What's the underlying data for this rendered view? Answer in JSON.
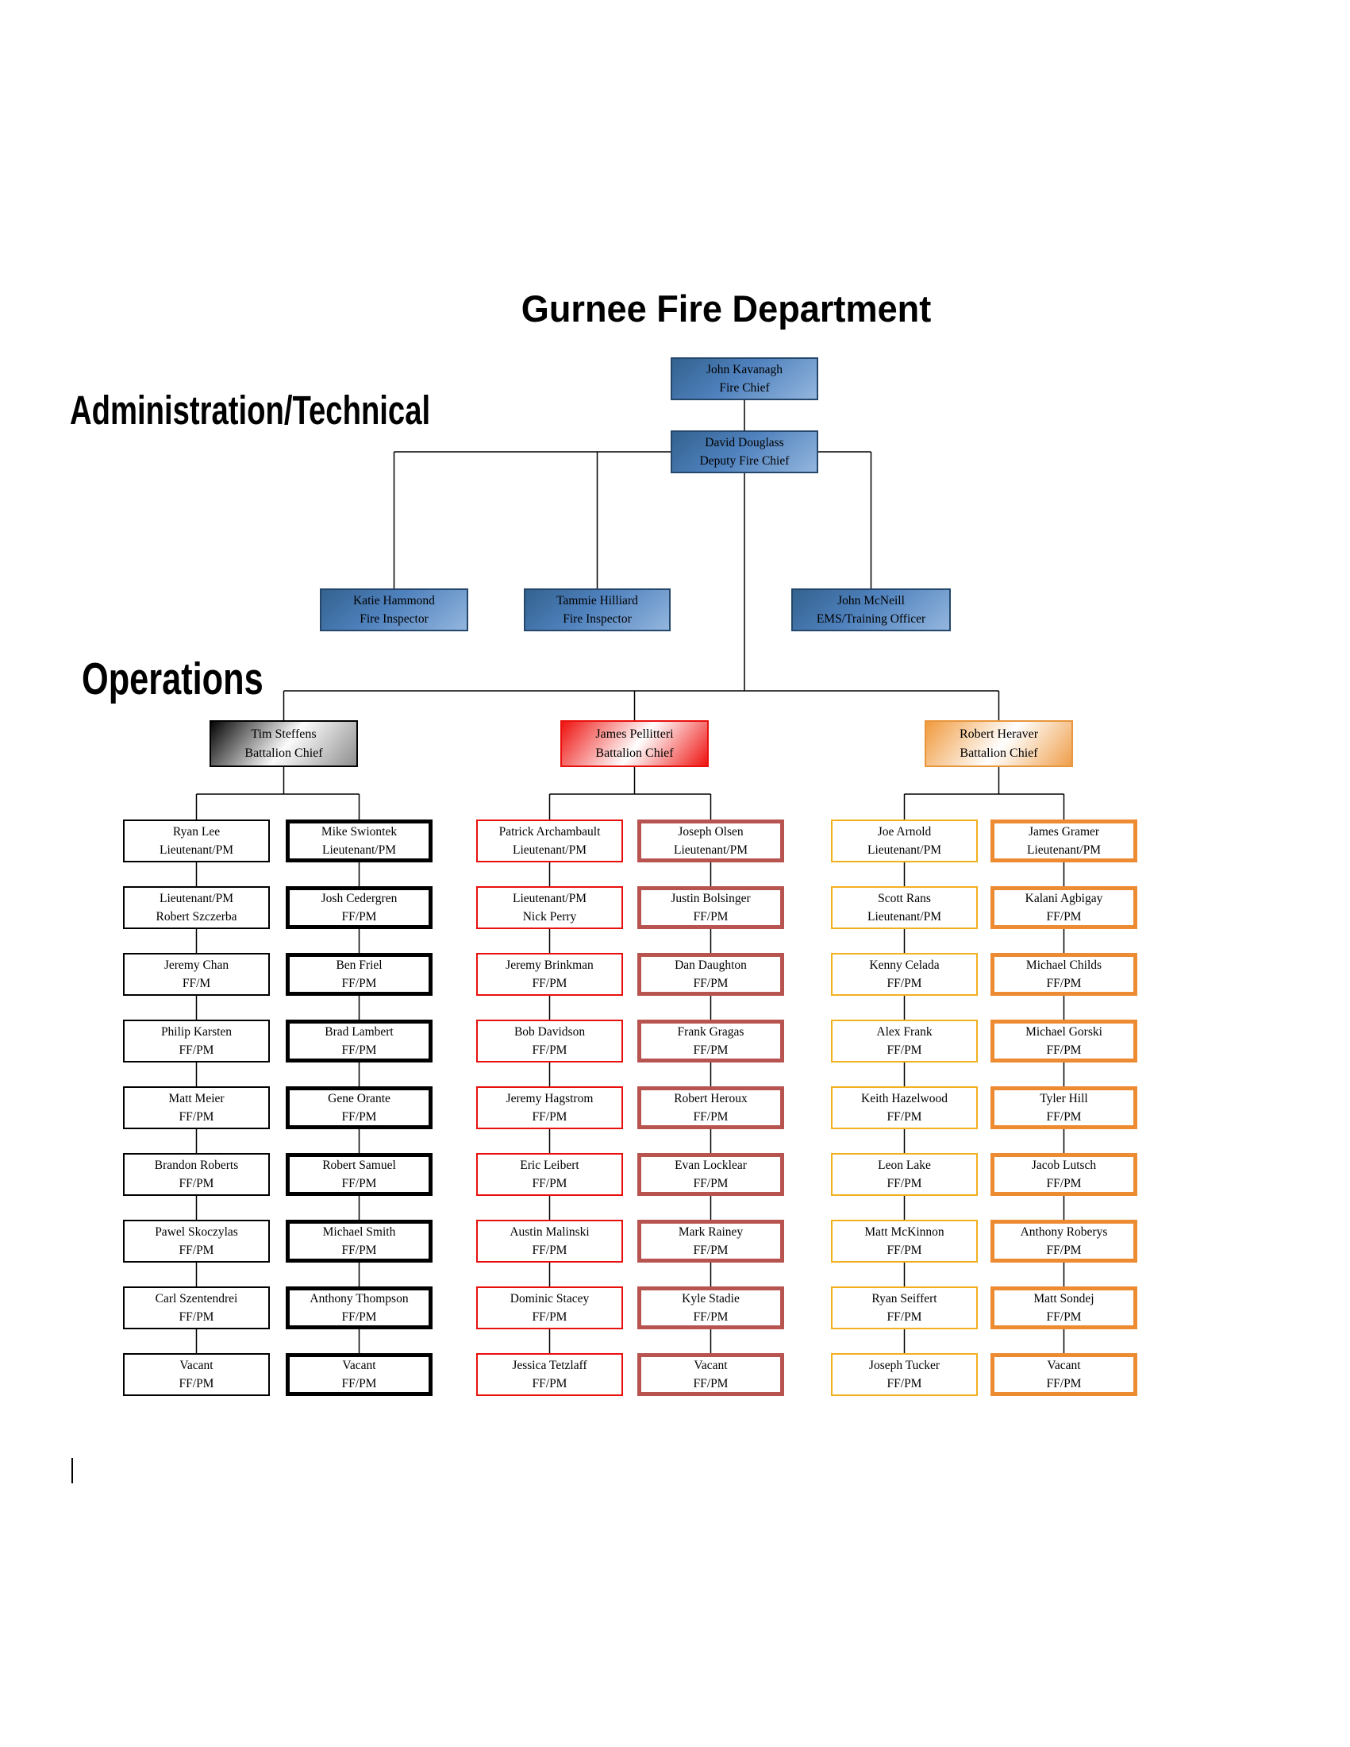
{
  "title": "Gurnee Fire Department",
  "labels": {
    "admin": "Administration/Technical",
    "operations": "Operations"
  },
  "executives": [
    {
      "line1": "John Kavanagh",
      "line2": "Fire Chief"
    },
    {
      "line1": "David Douglass",
      "line2": "Deputy Fire Chief"
    }
  ],
  "admin_officers": [
    {
      "line1": "Katie Hammond",
      "line2": "Fire Inspector"
    },
    {
      "line1": "Tammie Hilliard",
      "line2": "Fire Inspector"
    },
    {
      "line1": "John McNeill",
      "line2": "EMS/Training Officer"
    }
  ],
  "battalions": [
    {
      "chief": {
        "line1": "Tim Steffens",
        "line2": "Battalion Chief"
      },
      "theme": {
        "border": "#000000",
        "gradient": [
          "#050505",
          "#fbfbfb",
          "#8f8f8f"
        ]
      },
      "columns": [
        {
          "border_color": "#000000",
          "thickness": "thin",
          "members": [
            {
              "line1": "Ryan Lee",
              "line2": "Lieutenant/PM"
            },
            {
              "line1": "Lieutenant/PM",
              "line2": "Robert Szczerba"
            },
            {
              "line1": "Jeremy Chan",
              "line2": "FF/M"
            },
            {
              "line1": "Philip Karsten",
              "line2": "FF/PM"
            },
            {
              "line1": "Matt Meier",
              "line2": "FF/PM"
            },
            {
              "line1": "Brandon Roberts",
              "line2": "FF/PM"
            },
            {
              "line1": "Pawel Skoczylas",
              "line2": "FF/PM"
            },
            {
              "line1": "Carl Szentendrei",
              "line2": "FF/PM"
            },
            {
              "line1": "Vacant",
              "line2": "FF/PM"
            }
          ]
        },
        {
          "border_color": "#000000",
          "thickness": "thick",
          "members": [
            {
              "line1": "Mike Swiontek",
              "line2": "Lieutenant/PM"
            },
            {
              "line1": "Josh Cedergren",
              "line2": "FF/PM"
            },
            {
              "line1": "Ben Friel",
              "line2": "FF/PM"
            },
            {
              "line1": "Brad Lambert",
              "line2": "FF/PM"
            },
            {
              "line1": "Gene Orante",
              "line2": "FF/PM"
            },
            {
              "line1": "Robert Samuel",
              "line2": "FF/PM"
            },
            {
              "line1": "Michael Smith",
              "line2": "FF/PM"
            },
            {
              "line1": "Anthony Thompson",
              "line2": "FF/PM"
            },
            {
              "line1": "Vacant",
              "line2": "FF/PM"
            }
          ]
        }
      ]
    },
    {
      "chief": {
        "line1": "James Pellitteri",
        "line2": "Battalion Chief"
      },
      "theme": {
        "border": "#e8100c",
        "gradient": [
          "#ee1411",
          "#ffffff",
          "#ee1411"
        ]
      },
      "columns": [
        {
          "border_color": "#e8100c",
          "thickness": "thin",
          "members": [
            {
              "line1": "Patrick Archambault",
              "line2": "Lieutenant/PM"
            },
            {
              "line1": "Lieutenant/PM",
              "line2": "Nick Perry"
            },
            {
              "line1": "Jeremy Brinkman",
              "line2": "FF/PM"
            },
            {
              "line1": "Bob Davidson",
              "line2": "FF/PM"
            },
            {
              "line1": "Jeremy Hagstrom",
              "line2": "FF/PM"
            },
            {
              "line1": "Eric Leibert",
              "line2": "FF/PM"
            },
            {
              "line1": "Austin Malinski",
              "line2": "FF/PM"
            },
            {
              "line1": "Dominic Stacey",
              "line2": "FF/PM"
            },
            {
              "line1": "Jessica Tetzlaff",
              "line2": "FF/PM"
            }
          ]
        },
        {
          "border_color": "#b85450",
          "thickness": "thick",
          "members": [
            {
              "line1": "Joseph Olsen",
              "line2": "Lieutenant/PM"
            },
            {
              "line1": "Justin Bolsinger",
              "line2": "FF/PM"
            },
            {
              "line1": "Dan Daughton",
              "line2": "FF/PM"
            },
            {
              "line1": "Frank Gragas",
              "line2": "FF/PM"
            },
            {
              "line1": "Robert Heroux",
              "line2": "FF/PM"
            },
            {
              "line1": "Evan Locklear",
              "line2": "FF/PM"
            },
            {
              "line1": "Mark Rainey",
              "line2": "FF/PM"
            },
            {
              "line1": "Kyle Stadie",
              "line2": "FF/PM"
            },
            {
              "line1": "Vacant",
              "line2": "FF/PM"
            }
          ]
        }
      ]
    },
    {
      "chief": {
        "line1": "Robert Heraver",
        "line2": "Battalion Chief"
      },
      "theme": {
        "border": "#e8963c",
        "gradient": [
          "#f09a3e",
          "#ffffff",
          "#ef9f4b"
        ]
      },
      "columns": [
        {
          "border_color": "#f2b01e",
          "thickness": "thin",
          "members": [
            {
              "line1": "Joe Arnold",
              "line2": "Lieutenant/PM"
            },
            {
              "line1": "Scott Rans",
              "line2": "Lieutenant/PM"
            },
            {
              "line1": "Kenny Celada",
              "line2": "FF/PM"
            },
            {
              "line1": "Alex Frank",
              "line2": "FF/PM"
            },
            {
              "line1": "Keith Hazelwood",
              "line2": "FF/PM"
            },
            {
              "line1": "Leon Lake",
              "line2": "FF/PM"
            },
            {
              "line1": "Matt McKinnon",
              "line2": "FF/PM"
            },
            {
              "line1": "Ryan Seiffert",
              "line2": "FF/PM"
            },
            {
              "line1": "Joseph Tucker",
              "line2": "FF/PM"
            }
          ]
        },
        {
          "border_color": "#ed8b33",
          "thickness": "thick",
          "members": [
            {
              "line1": "James Gramer",
              "line2": "Lieutenant/PM"
            },
            {
              "line1": "Kalani Agbigay",
              "line2": "FF/PM"
            },
            {
              "line1": "Michael Childs",
              "line2": "FF/PM"
            },
            {
              "line1": "Michael Gorski",
              "line2": "FF/PM"
            },
            {
              "line1": "Tyler Hill",
              "line2": "FF/PM"
            },
            {
              "line1": "Jacob Lutsch",
              "line2": "FF/PM"
            },
            {
              "line1": "Anthony Roberys",
              "line2": "FF/PM"
            },
            {
              "line1": "Matt Sondej",
              "line2": "FF/PM"
            },
            {
              "line1": "Vacant",
              "line2": "FF/PM"
            }
          ]
        }
      ]
    }
  ],
  "colors": {
    "connector": "#000000",
    "exec_border": "#24476b",
    "exec_gradient": [
      "#33628f",
      "#4f81bd",
      "#93b6de"
    ]
  }
}
